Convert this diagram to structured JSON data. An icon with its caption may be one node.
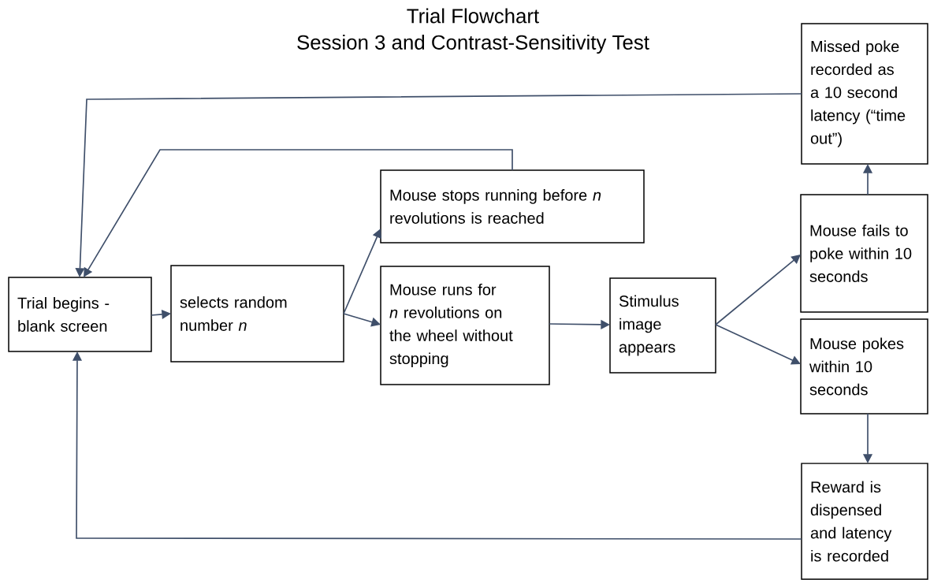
{
  "diagram": {
    "title": "Trial Flowchart",
    "nodes": [
      {
        "text": [
          "Trial begins - blank screen"
        ]
      },
      {
        "text": [
          "selects random number *n*"
        ]
      },
      {
        "text": [
          "Mouse stops running before *n* revolutions is reached"
        ]
      },
      {
        "text": [
          "Mouse runs for *n* revolutions on the wheel without stopping"
        ]
      },
      {
        "text": [
          "Stimulus image appears"
        ]
      },
      {
        "text": [
          "Missed poke recorded as a 10 second latency (“time out”)"
        ]
      },
      {
        "text": [
          "Mouse fails to poke within 10 seconds"
        ]
      },
      {
        "text": [
          "Mouse pokes within 10 seconds"
        ]
      },
      {
        "text": [
          "Reward is dispensed and latency is recorded"
        ]
      }
    ],
    "edges": [
      {
        "from": 0,
        "to": 1,
        "arrow": "to"
      },
      {
        "from": 1,
        "to": 2,
        "arrow": "to"
      },
      {
        "from": 1,
        "to": 3,
        "arrow": "to"
      },
      {
        "from": 3,
        "to": 4,
        "arrow": "to"
      },
      {
        "from": 4,
        "to": 6,
        "arrow": "to"
      },
      {
        "from": 4,
        "to": 7,
        "arrow": "to"
      },
      {
        "from": 6,
        "to": 5,
        "arrow": "to"
      },
      {
        "from": 7,
        "to": 8,
        "arrow": "to"
      },
      {
        "from": 5,
        "to": 0,
        "arrow": "to"
      },
      {
        "from": 2,
        "to": 0,
        "arrow": "to"
      },
      {
        "from": 8,
        "to": 0,
        "arrow": "to"
      }
    ],
    "labels": [
      "Session 3 and Contrast-Sensitivity Test"
    ]
  }
}
